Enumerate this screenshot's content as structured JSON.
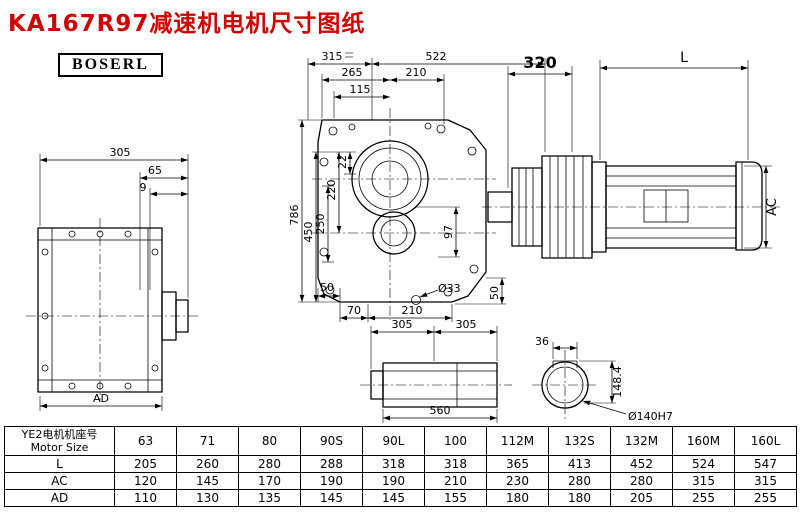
{
  "title": "KA167R97减速机电机尺寸图纸",
  "brand": "BOSERL",
  "colors": {
    "title_red": "#cc0000",
    "line_black": "#000000",
    "background": "#ffffff"
  },
  "drawing": {
    "left_view": {
      "dim_width_top": "305",
      "dim_65": "65",
      "dim_9": "9",
      "dim_ad": "AD"
    },
    "front_view": {
      "dim_315": "315",
      "dim_522": "522",
      "dim_265": "265",
      "dim_210_top": "210",
      "dim_115": "115",
      "dim_22": "22",
      "dim_220": "220",
      "dim_250": "250",
      "dim_450": "450",
      "dim_786": "786",
      "dim_97": "97",
      "dim_50_left": "50",
      "dim_70": "70",
      "dim_210_bottom": "210",
      "dim_hole": "Ø33",
      "dim_50_right": "50"
    },
    "motor_view": {
      "dim_320": "320",
      "dim_length": "L",
      "dim_ac": "AC"
    },
    "shaft_view": {
      "dim_305_left": "305",
      "dim_305_right": "305",
      "dim_560": "560"
    },
    "section_view": {
      "dim_36": "36",
      "dim_148_4": "148.4",
      "dim_bore": "Ø140H7"
    }
  },
  "table": {
    "row_header_line1": "YE2电机机座号",
    "row_header_line2": "Motor Size",
    "columns": [
      "63",
      "71",
      "80",
      "90S",
      "90L",
      "100",
      "112M",
      "132S",
      "132M",
      "160M",
      "160L"
    ],
    "rows": [
      {
        "label": "L",
        "values": [
          "205",
          "260",
          "280",
          "288",
          "318",
          "318",
          "365",
          "413",
          "452",
          "524",
          "547"
        ]
      },
      {
        "label": "AC",
        "values": [
          "120",
          "145",
          "170",
          "190",
          "190",
          "210",
          "230",
          "280",
          "280",
          "315",
          "315"
        ]
      },
      {
        "label": "AD",
        "values": [
          "110",
          "130",
          "135",
          "145",
          "145",
          "155",
          "180",
          "180",
          "205",
          "255",
          "255"
        ]
      }
    ]
  }
}
